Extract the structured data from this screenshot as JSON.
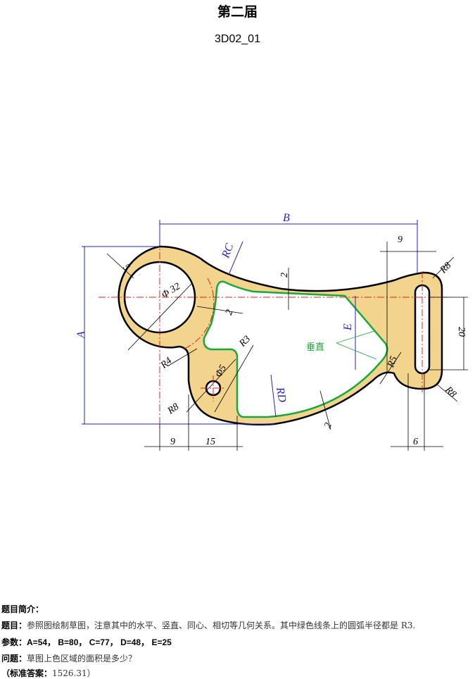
{
  "header": {
    "title": "第二届",
    "subtitle": "3D02_01"
  },
  "drawing": {
    "labels": {
      "B": "B",
      "top9": "9",
      "RC": "RC",
      "R8_top": "R8",
      "t2_top": "2",
      "phi32": "Φ 32",
      "w5": "5",
      "t2_left": "2",
      "E": "E",
      "d20": "20",
      "vertical": "垂直",
      "R3": "R3",
      "R4": "R4",
      "phi5": "Φ5",
      "R8_left": "R8",
      "RD": "RD",
      "R5": "R5",
      "R8_bottom": "R8",
      "t2_bottom": "2",
      "b9": "9",
      "b15": "15",
      "b6": "6",
      "A": "A"
    },
    "colors": {
      "fill": "#f2d48c",
      "green": "#1aa83a",
      "dim_blue": "#2222cc",
      "center_red": "#e02020"
    }
  },
  "info": {
    "intro_label": "题目简介：",
    "q_label": "题目：",
    "q_text": "参照图绘制草图，注意其中的水平、竖直、同心、相切等几何关系。其中绿色线条上的圆弧半径都是 R3.",
    "param_label": "参数：",
    "params": "A=54，  B=80，  C=77，  D=48，  E=25",
    "ask_label": "问题：",
    "ask_text": "草图上色区域的面积是多少？",
    "answer_label": "（标准答案：",
    "answer_value": "1526.31）"
  }
}
